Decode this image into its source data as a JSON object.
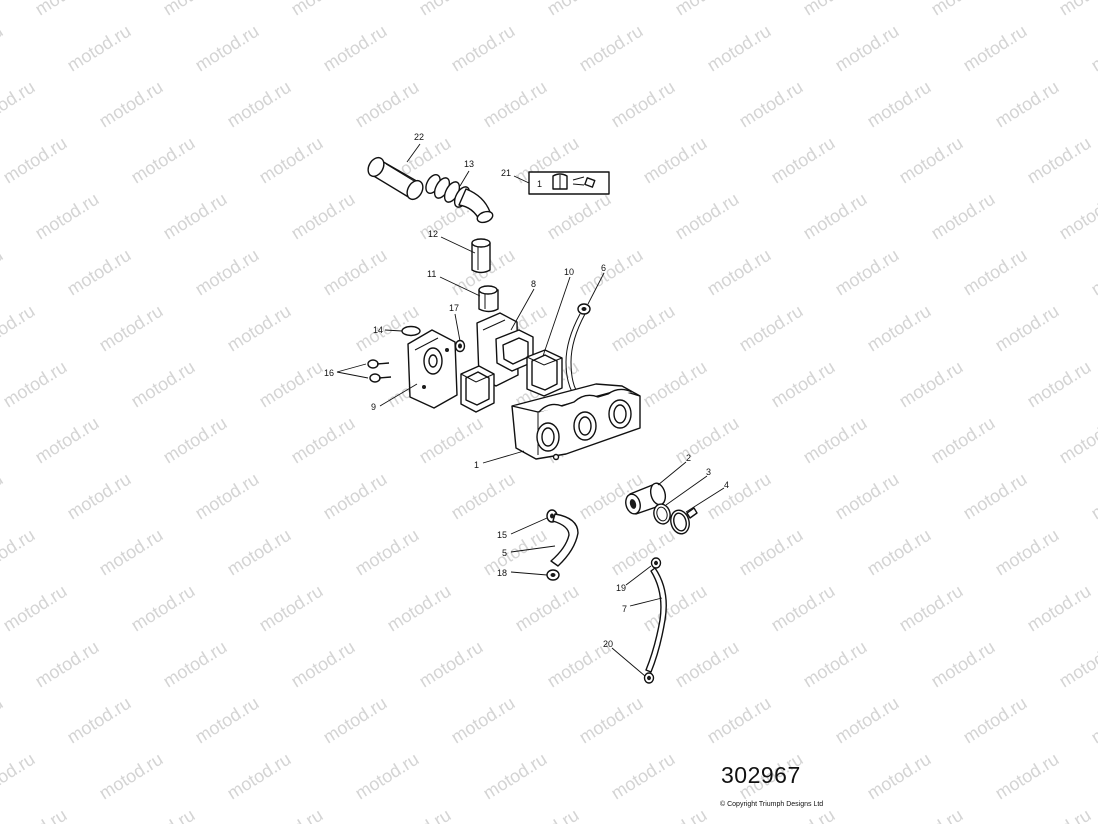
{
  "watermark": {
    "text": "motod.ru"
  },
  "callouts": {
    "c1": "1",
    "c2": "2",
    "c3": "3",
    "c4": "4",
    "c5": "5",
    "c6": "6",
    "c7": "7",
    "c8": "8",
    "c9": "9",
    "c10": "10",
    "c11": "11",
    "c12": "12",
    "c13": "13",
    "c14": "14",
    "c15": "15",
    "c16": "16",
    "c17": "17",
    "c18": "18",
    "c19": "19",
    "c20": "20",
    "c21": "21",
    "c22": "22"
  },
  "kit_box": {
    "quantity": "1"
  },
  "diagram_number": "302967",
  "copyright": "© Copyright Triumph Designs Ltd",
  "colors": {
    "ink": "#111111",
    "watermark": "#d4d4d4",
    "background": "#ffffff"
  }
}
